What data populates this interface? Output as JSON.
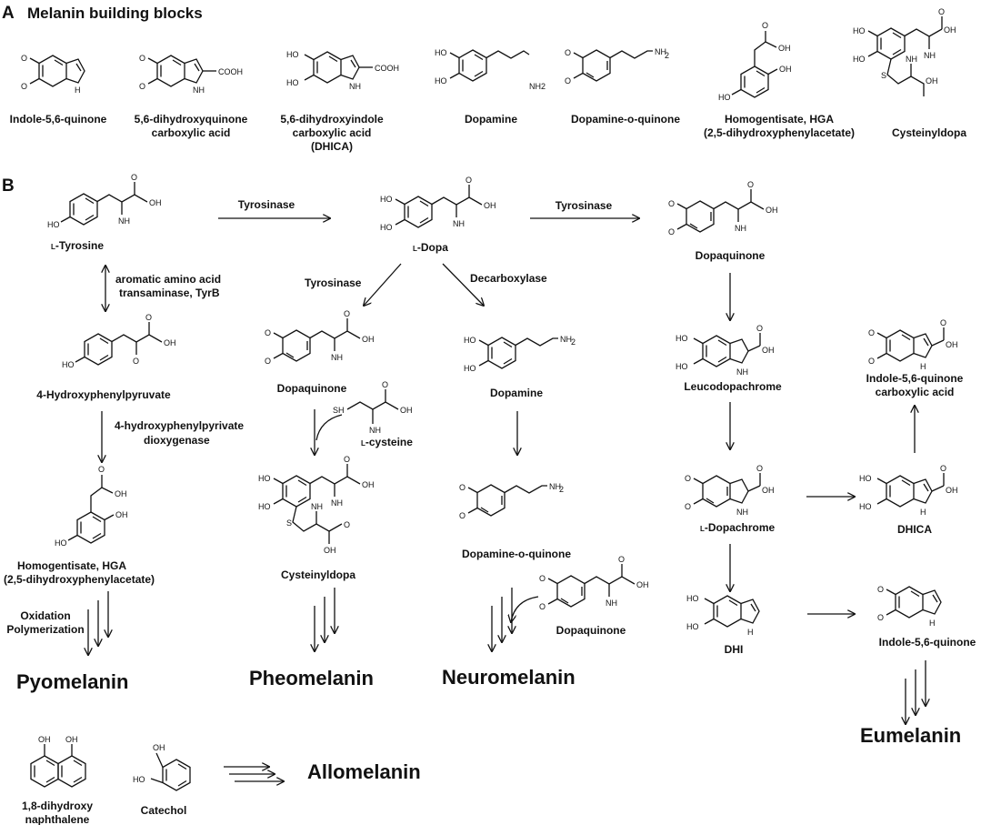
{
  "figure": {
    "panel_a": {
      "letter": "A",
      "heading": "Melanin building blocks",
      "blocks": [
        {
          "lines": [
            "Indole-5,6-quinone"
          ]
        },
        {
          "lines": [
            "5,6-dihydroxyquinone",
            "carboxylic acid"
          ]
        },
        {
          "lines": [
            "5,6-dihydroxyindole",
            "carboxylic acid",
            "(DHICA)"
          ]
        },
        {
          "lines": [
            "Dopamine"
          ]
        },
        {
          "lines": [
            "Dopamine-o-quinone"
          ]
        },
        {
          "lines": [
            "Homogentisate, HGA",
            "(2,5-dihydroxyphenylacetate)"
          ]
        },
        {
          "lines": [
            "Cysteinyldopa"
          ]
        }
      ]
    },
    "panel_b": {
      "letter": "B",
      "compounds": {
        "tyrosine": "-Tyrosine",
        "l_dopa": "-Dopa",
        "dopaquinone_top": "Dopaquinone",
        "hpp": "4-Hydroxyphenylpyruvate",
        "dopaquinone_mid": "Dopaquinone",
        "dopamine": "Dopamine",
        "leucodopachrome": "Leucodopachrome",
        "iq_carboxylic": [
          "Indole-5,6-quinone",
          "carboxylic acid"
        ],
        "cysteine": "-cysteine",
        "hga": [
          "Homogentisate, HGA",
          "(2,5-dihydroxyphenylacetate)"
        ],
        "cysteinyldopa": "Cysteinyldopa",
        "dopamine_oq": "Dopamine-o-quinone",
        "dopachrome": "-Dopachrome",
        "dhica": "DHICA",
        "dopaquinone_low": "Dopaquinone",
        "dhi": "DHI",
        "indole_quinone": "Indole-5,6-quinone",
        "dihydroxy_naph": [
          "1,8-dihydroxy",
          "naphthalene"
        ],
        "catechol": "Catechol"
      },
      "small_caps_prefix": "L",
      "enzymes": {
        "tyrosinase_1": "Tyrosinase",
        "tyrosinase_2": "Tyrosinase",
        "tyrosinase_3": "Tyrosinase",
        "decarboxylase": "Decarboxylase",
        "transaminase": [
          "aromatic amino acid",
          "transaminase, TyrB"
        ],
        "dioxygenase": [
          "4-hydroxyphenylpyrivate",
          "dioxygenase"
        ],
        "oxidation": [
          "Oxidation",
          "Polymerization"
        ]
      },
      "melanins": {
        "pyomelanin": "Pyomelanin",
        "pheomelanin": "Pheomelanin",
        "neuromelanin": "Neuromelanin",
        "eumelanin": "Eumelanin",
        "allomelanin": "Allomelanin"
      }
    },
    "atoms": {
      "O": "O",
      "OH": "OH",
      "HO": "HO",
      "NH": "NH",
      "H": "H",
      "NH2": "NH",
      "two": "2",
      "SH": "SH",
      "S": "S",
      "COOH": "COOH"
    }
  }
}
